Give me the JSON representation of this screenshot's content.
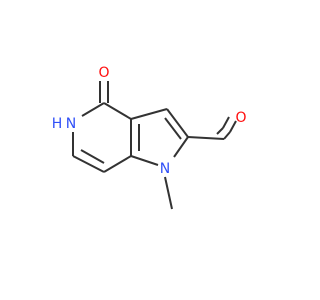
{
  "molecule": {
    "atoms": [
      {
        "id": "oxygen-ketone",
        "label": "O",
        "color": "#ff0d0d"
      },
      {
        "id": "nitrogen-nh",
        "label": "H",
        "label_2": "N",
        "color": "#3050f8"
      },
      {
        "id": "oxygen-aldehyde",
        "label": "O",
        "color": "#ff0d0d"
      },
      {
        "id": "nitrogen-methyl",
        "label": "N",
        "color": "#3050f8"
      }
    ],
    "bond_color": "#333333"
  }
}
